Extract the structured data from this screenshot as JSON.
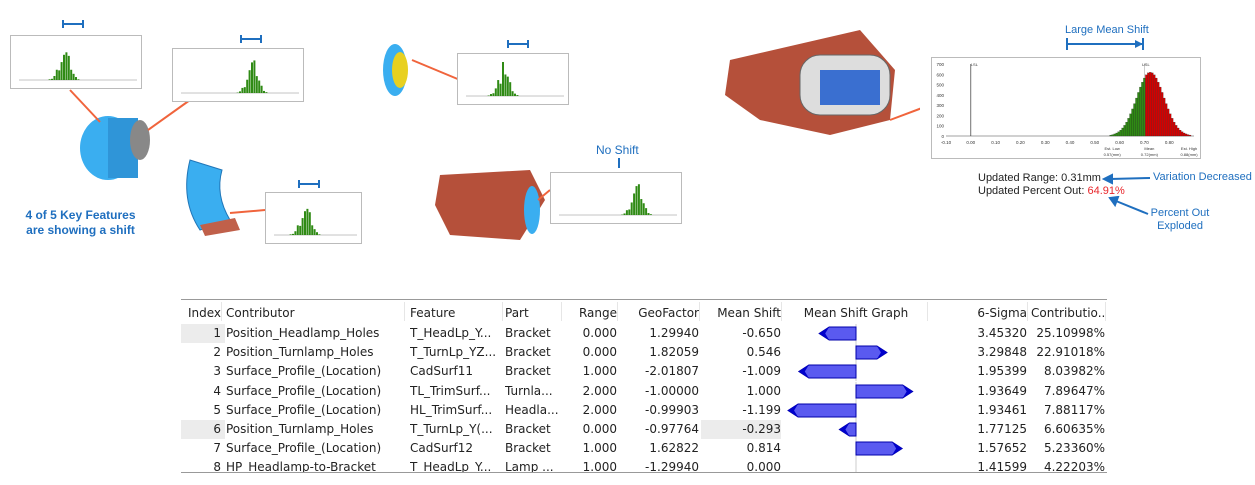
{
  "annotations": {
    "key_features": "4 of 5 Key Features are showing a shift",
    "no_shift": "No Shift",
    "large_mean_shift": "Large Mean Shift",
    "updated_range": "Updated Range: 0.31mm",
    "updated_percent_label": "Updated Percent Out: ",
    "updated_percent_value": "64.91%",
    "variation_decreased": "Variation Decreased",
    "percent_out_exploded": "Percent Out Exploded"
  },
  "colors": {
    "accent": "#1f6fbf",
    "arrow": "#f0643c",
    "out_red": "#e8262b",
    "bar_green": "#2f8a14",
    "bar_red": "#d40000",
    "graph_fill": "#5555ee",
    "graph_dark": "#0000cc"
  },
  "chart_data": {
    "type": "bar",
    "xlim": [
      -0.1,
      0.9
    ],
    "ylim": [
      0,
      700
    ],
    "x_ticks": [
      "-0.10",
      "0.00",
      "0.10",
      "0.20",
      "0.30",
      "0.40",
      "0.50",
      "0.60",
      "0.70",
      "0.80"
    ],
    "y_ticks": [
      "0",
      "100",
      "200",
      "300",
      "400",
      "500",
      "600",
      "700"
    ],
    "markers": {
      "lsl": "LSL",
      "usl": "USL",
      "est_low": "Est. Low",
      "est_low_val": "0.57(mm)",
      "mean": "Mean",
      "mean_val": "0.72(mm)",
      "est_high": "Est. High",
      "est_high_val": "0.88(mm)"
    }
  },
  "table": {
    "columns": [
      "Index",
      "Contributor",
      "Feature",
      "Part",
      "Range",
      "GeoFactor",
      "Mean Shift",
      "Mean Shift Graph",
      "6-Sigma",
      "Contributio..."
    ],
    "rows": [
      [
        "1",
        "Position_Headlamp_Holes",
        "T_HeadLp_Y...",
        "Bracket",
        "0.000",
        "1.29940",
        "-0.650",
        "3.45320",
        "25.10998%"
      ],
      [
        "2",
        "Position_Turnlamp_Holes",
        "T_TurnLp_YZ...",
        "Bracket",
        "0.000",
        "1.82059",
        "0.546",
        "3.29848",
        "22.91018%"
      ],
      [
        "3",
        "Surface_Profile_(Location)",
        "CadSurf11",
        "Bracket",
        "1.000",
        "-2.01807",
        "-1.009",
        "1.95399",
        "8.03982%"
      ],
      [
        "4",
        "Surface_Profile_(Location)",
        "TL_TrimSurf...",
        "Turnla...",
        "2.000",
        "-1.00000",
        "1.000",
        "1.93649",
        "7.89647%"
      ],
      [
        "5",
        "Surface_Profile_(Location)",
        "HL_TrimSurf...",
        "Headla...",
        "2.000",
        "-0.99903",
        "-1.199",
        "1.93461",
        "7.88117%"
      ],
      [
        "6",
        "Position_Turnlamp_Holes",
        "T_TurnLp_Y(...",
        "Bracket",
        "0.000",
        "-0.97764",
        "-0.293",
        "1.77125",
        "6.60635%"
      ],
      [
        "7",
        "Surface_Profile_(Location)",
        "CadSurf12",
        "Bracket",
        "1.000",
        "1.62822",
        "0.814",
        "1.57652",
        "5.23360%"
      ],
      [
        "8",
        "HP_Headlamp-to-Bracket",
        "T_HeadLp_Y...",
        "Lamp ...",
        "1.000",
        "-1.29940",
        "0.000",
        "1.41599",
        "4.22203%"
      ]
    ]
  }
}
